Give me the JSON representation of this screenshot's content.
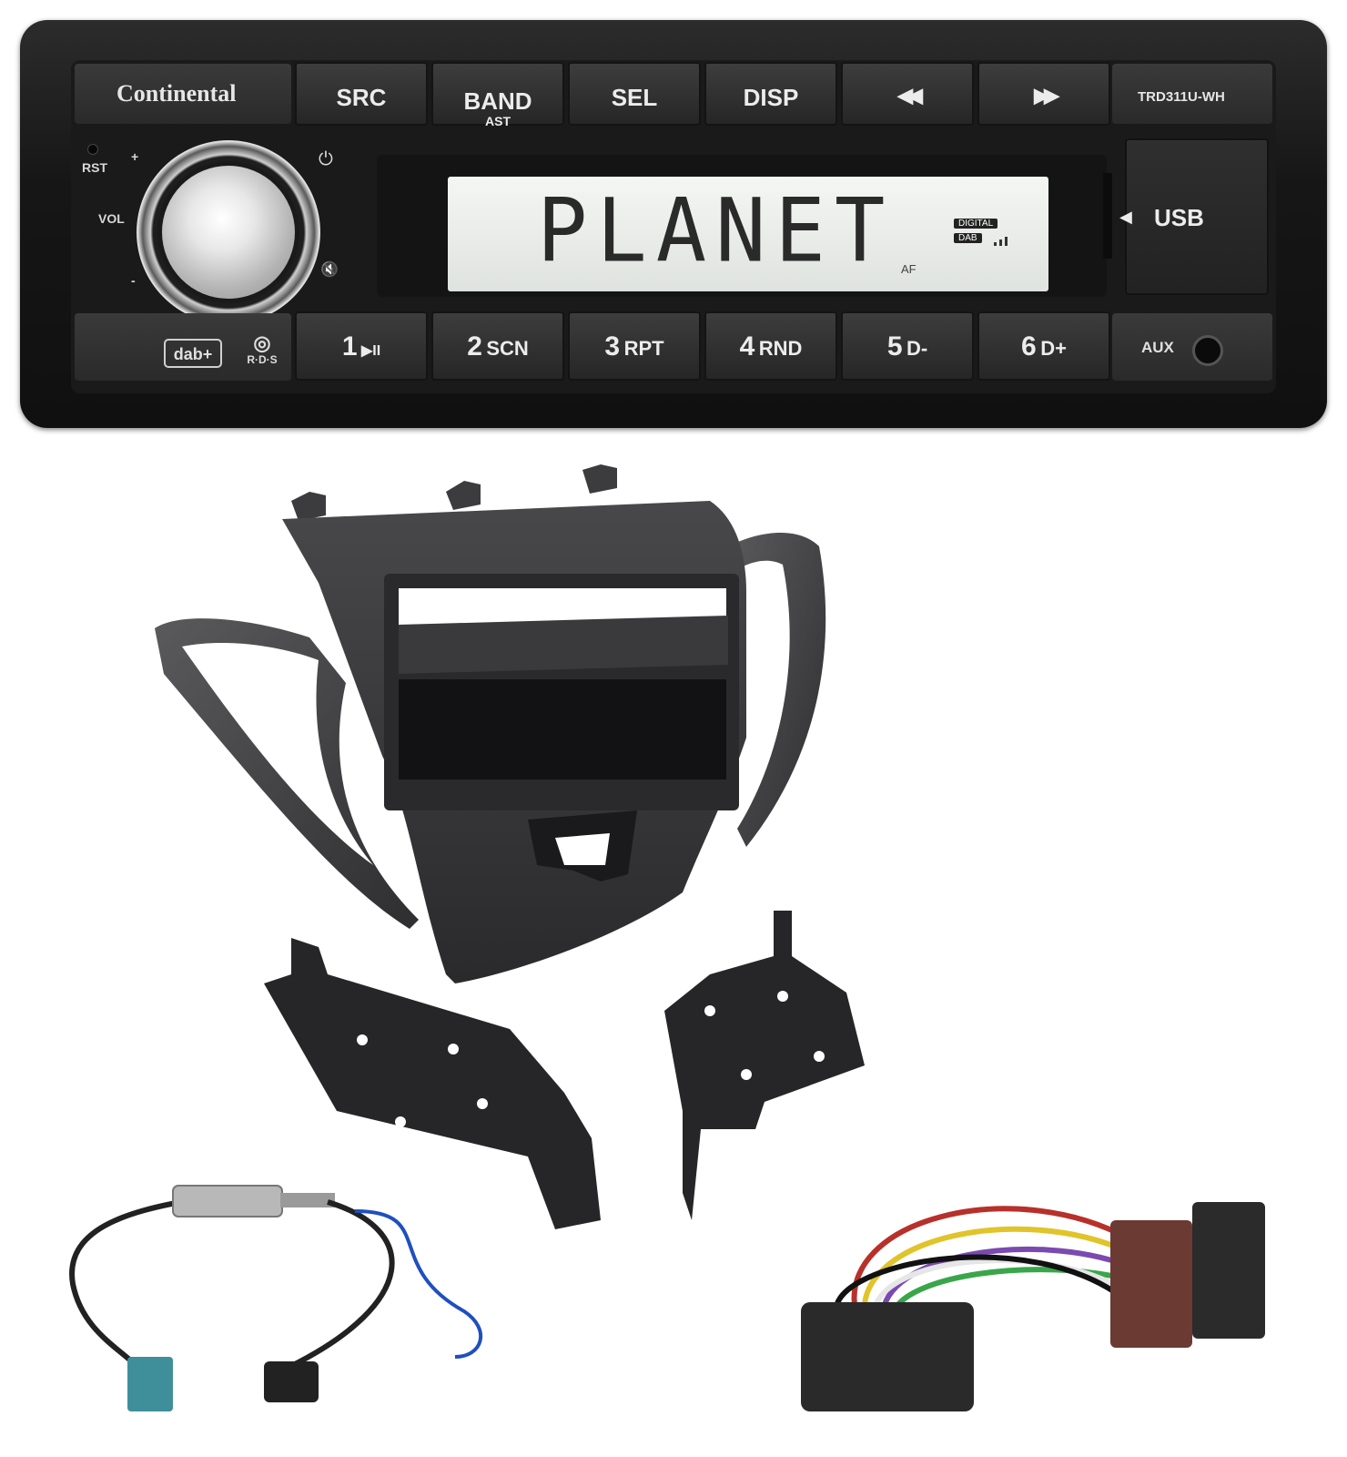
{
  "radio": {
    "brand": "Continental",
    "model": "TRD311U-WH",
    "top_buttons": [
      {
        "label": "SRC",
        "sub": ""
      },
      {
        "label": "BAND",
        "sub": "AST"
      },
      {
        "label": "SEL",
        "sub": ""
      },
      {
        "label": "DISP",
        "sub": ""
      },
      {
        "label": "◀◀",
        "sub": ""
      },
      {
        "label": "▶▶",
        "sub": ""
      }
    ],
    "preset_buttons": [
      {
        "num": "1",
        "label": "▶II"
      },
      {
        "num": "2",
        "label": "SCN"
      },
      {
        "num": "3",
        "label": "RPT"
      },
      {
        "num": "4",
        "label": "RND"
      },
      {
        "num": "5",
        "label": "D-"
      },
      {
        "num": "6",
        "label": "D+"
      }
    ],
    "display_text": "PLANET",
    "display_af": "AF",
    "display_badge_digital": "DIGITAL",
    "display_badge_dab": "DAB",
    "usb_label": "USB",
    "usb_arrow": "◀",
    "aux_label": "AUX",
    "rst_label": "RST",
    "vol_label": "VOL",
    "vol_plus": "+",
    "vol_minus": "-",
    "power_icon": "⏻",
    "mute_icon": "🔇",
    "dab_logo": "dab+",
    "rds_logo": "R·D·S"
  }
}
